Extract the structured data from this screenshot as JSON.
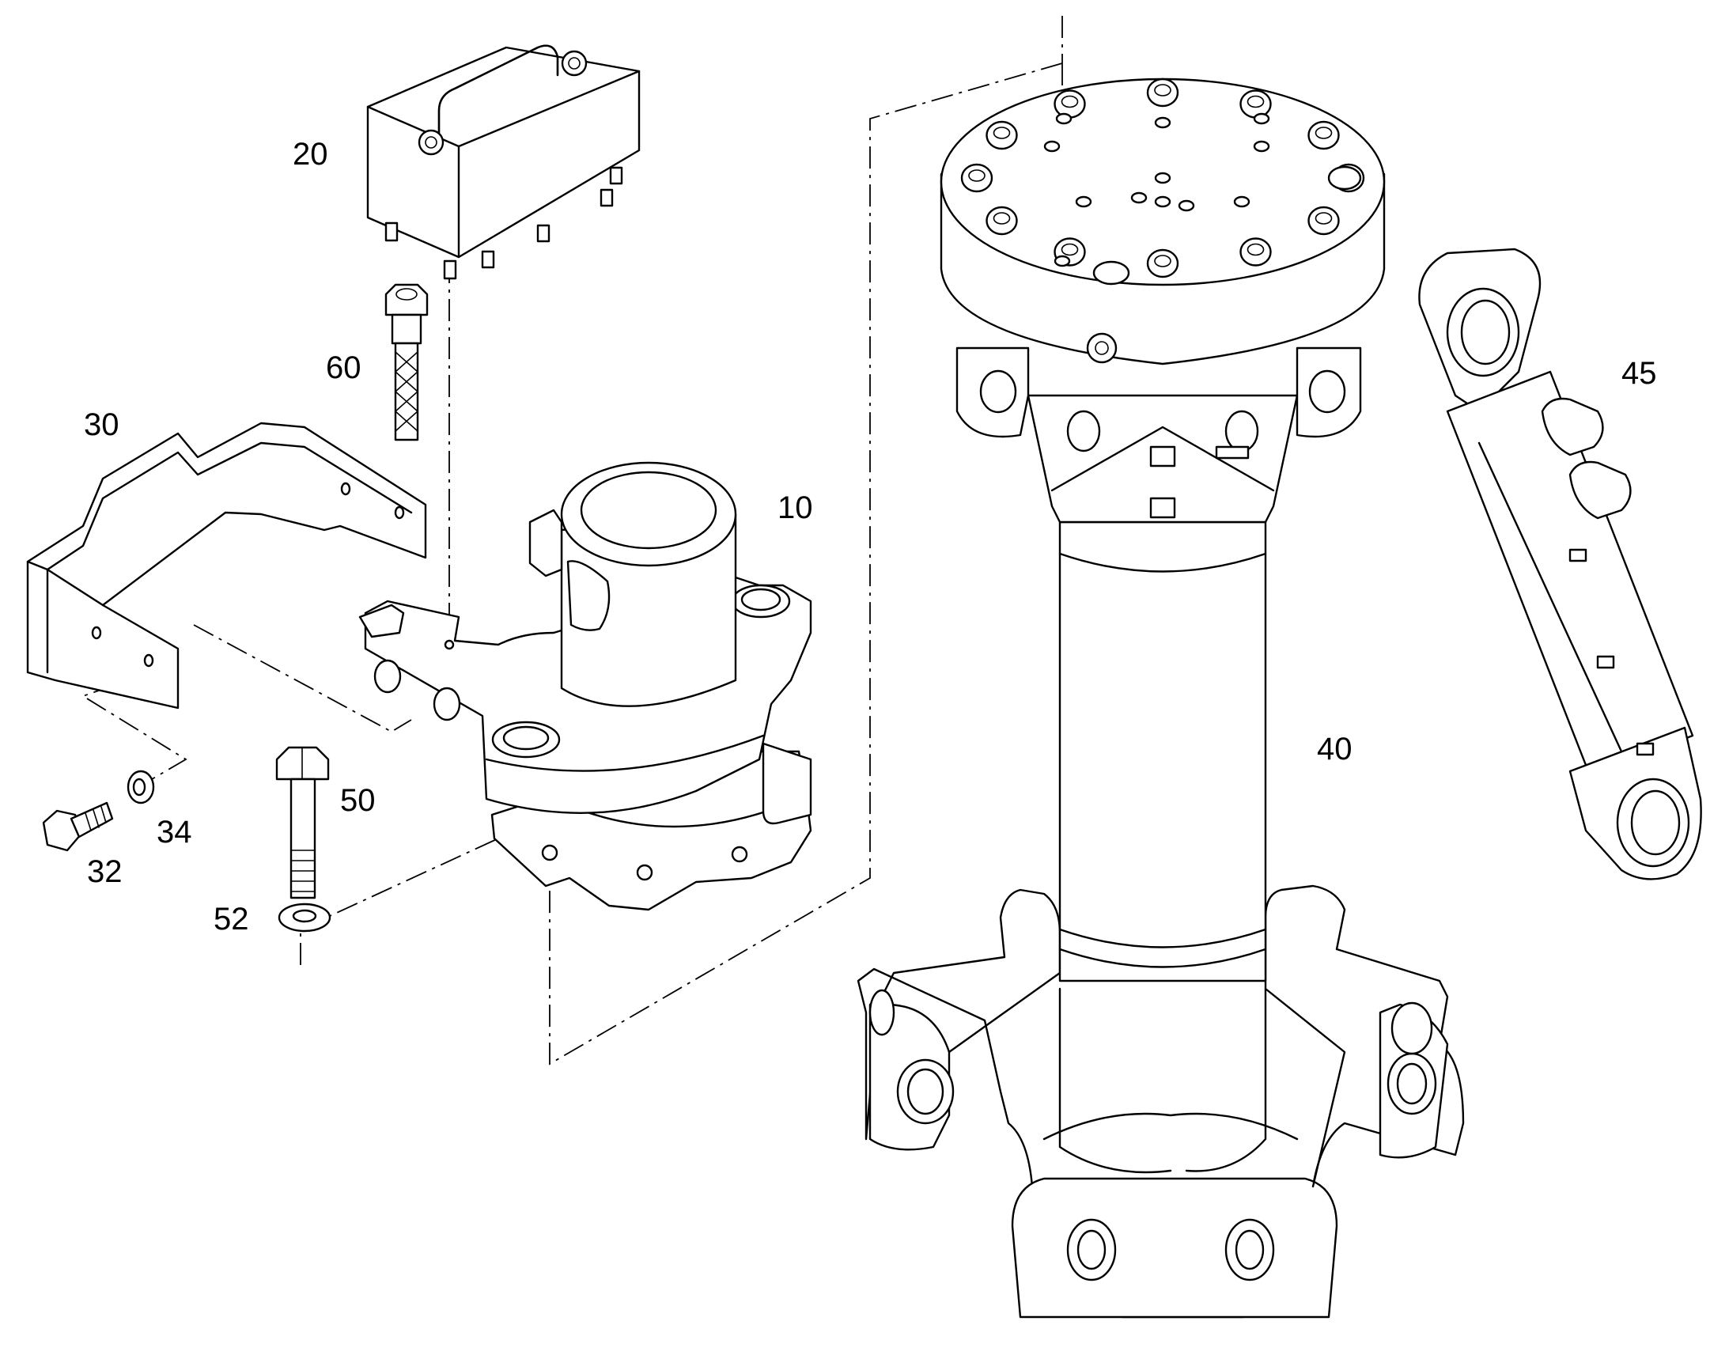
{
  "diagram": {
    "callouts": [
      {
        "id": "c10",
        "text": "10"
      },
      {
        "id": "c20",
        "text": "20"
      },
      {
        "id": "c30",
        "text": "30"
      },
      {
        "id": "c32",
        "text": "32"
      },
      {
        "id": "c34",
        "text": "34"
      },
      {
        "id": "c40",
        "text": "40"
      },
      {
        "id": "c45",
        "text": "45"
      },
      {
        "id": "c50",
        "text": "50"
      },
      {
        "id": "c52",
        "text": "52"
      },
      {
        "id": "c60",
        "text": "60"
      }
    ],
    "line_color": "#000000",
    "background_color": "#ffffff"
  }
}
